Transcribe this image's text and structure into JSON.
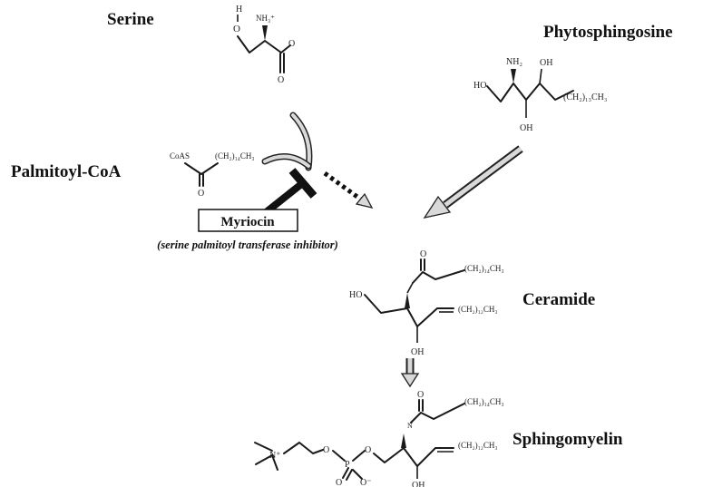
{
  "compounds": {
    "serine": "Serine",
    "phytosphingosine": "Phytosphingosine",
    "palmitoyl_coa": "Palmitoyl-CoA",
    "ceramide": "Ceramide",
    "sphingomyelin": "Sphingomyelin"
  },
  "inhibitor": {
    "name": "Myriocin",
    "description": "(serine palmitoyl transferase inhibitor)"
  },
  "atoms": {
    "serine_h": "H",
    "serine_o": "O",
    "serine_nh3": "NH₃⁺",
    "serine_o_right": "O",
    "serine_o_bottom": "O",
    "phyto_ho": "HO",
    "phyto_nh2": "NH₂",
    "phyto_oh_top": "OH",
    "phyto_oh_bottom": "OH",
    "phyto_tail": "(CH₂)₁₃CH₃",
    "coa_scoa": "CoAS",
    "coa_tail": "(CH₂)₁₄CH₃",
    "coa_o": "O",
    "cer_o": "O",
    "cer_acyl_tail": "(CH₂)₁₄CH₃",
    "cer_ho": "HO",
    "cer_tail": "(CH₂)₁₂CH₃",
    "cer_oh": "OH",
    "sm_n": "N⁺",
    "sm_p": "P",
    "sm_o1": "O",
    "sm_o2": "O",
    "sm_o_minus": "O⁻",
    "sm_o_bottom": "O",
    "sm_acyl_o": "O",
    "sm_acyl_tail": "(CH₂)₁₄CH₃",
    "sm_tail": "(CH₂)₁₂CH₃",
    "sm_oh": "OH",
    "sm_nh": "N"
  },
  "colors": {
    "arrow_fill": "#d9d9d9",
    "ink": "#1a1a1a"
  }
}
